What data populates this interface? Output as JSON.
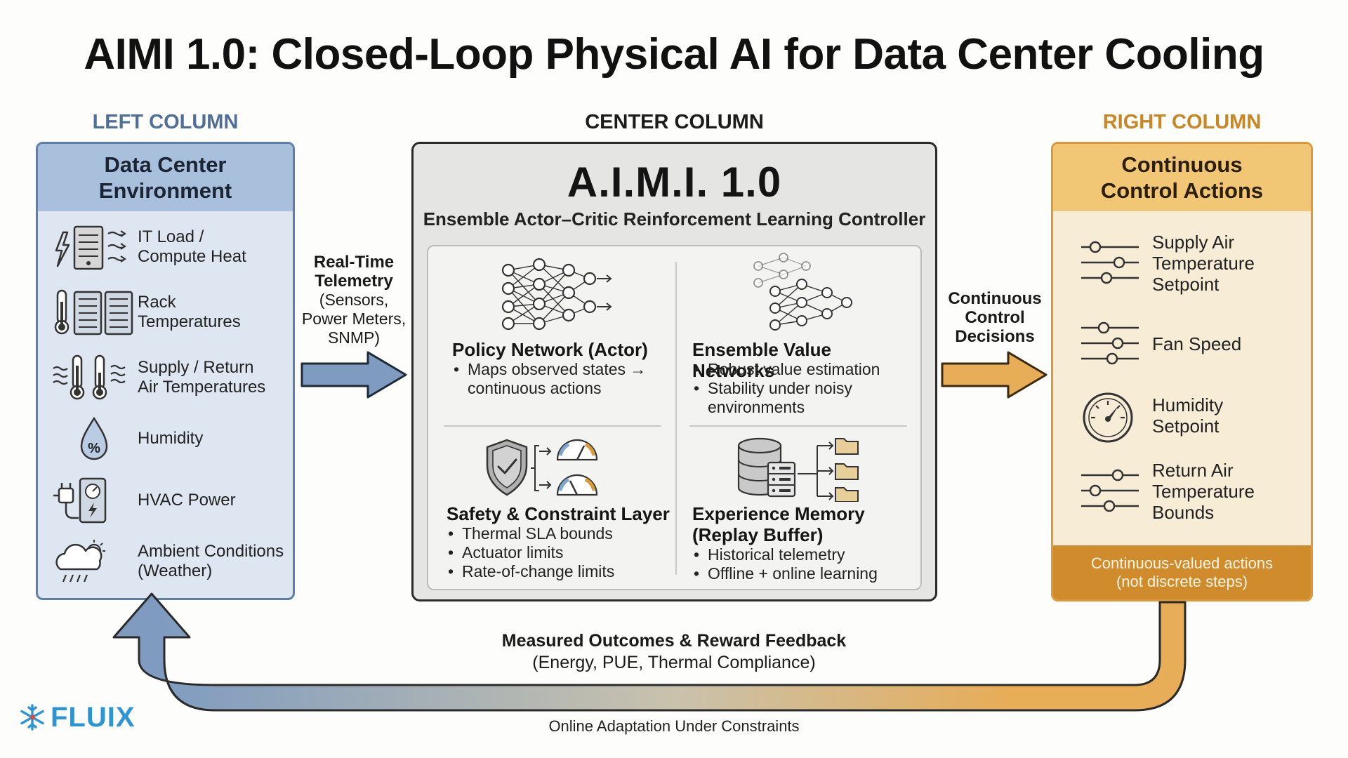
{
  "title": "AIMI 1.0: Closed-Loop Physical AI for Data Center Cooling",
  "left_column": {
    "label": "LEFT COLUMN",
    "header": "Data Center\nEnvironment",
    "items": [
      {
        "icon": "server-heat-icon",
        "label": "IT Load /\nCompute Heat"
      },
      {
        "icon": "rack-thermometer-icon",
        "label": "Rack\nTemperatures"
      },
      {
        "icon": "air-thermometer-icon",
        "label": "Supply / Return\nAir Temperatures"
      },
      {
        "icon": "humidity-drop-icon",
        "label": "Humidity"
      },
      {
        "icon": "power-meter-icon",
        "label": "HVAC Power"
      },
      {
        "icon": "weather-cloud-icon",
        "label": "Ambient Conditions\n(Weather)"
      }
    ]
  },
  "center_column": {
    "label": "CENTER COLUMN",
    "title": "A.I.M.I. 1.0",
    "subtitle": "Ensemble Actor–Critic Reinforcement Learning Controller",
    "quadrants": [
      {
        "icon": "neural-network-icon",
        "title": "Policy Network (Actor)",
        "bullets": [
          "Maps observed states →\ncontinuous actions"
        ]
      },
      {
        "icon": "ensemble-network-icon",
        "title": "Ensemble Value Networks",
        "bullets": [
          "Robust value estimation",
          "Stability under noisy\nenvironments"
        ]
      },
      {
        "icon": "shield-gauge-icon",
        "title": "Safety & Constraint Layer",
        "bullets": [
          "Thermal SLA bounds",
          "Actuator limits",
          "Rate-of-change limits"
        ]
      },
      {
        "icon": "database-folders-icon",
        "title": "Experience Memory\n(Replay Buffer)",
        "bullets": [
          "Historical telemetry",
          "Offline + online learning"
        ]
      }
    ]
  },
  "right_column": {
    "label": "RIGHT COLUMN",
    "header": "Continuous\nControl Actions",
    "items": [
      {
        "icon": "sliders-icon",
        "label": "Supply Air\nTemperature\nSetpoint"
      },
      {
        "icon": "sliders-icon",
        "label": "Fan Speed"
      },
      {
        "icon": "gauge-icon",
        "label": "Humidity\nSetpoint"
      },
      {
        "icon": "sliders-icon",
        "label": "Return Air\nTemperature\nBounds"
      }
    ],
    "footer": "Continuous-valued actions\n(not discrete steps)"
  },
  "arrows": {
    "telemetry": {
      "title": "Real-Time\nTelemetry",
      "detail": "(Sensors,\nPower Meters,\nSNMP)"
    },
    "decisions": {
      "title": "Continuous\nControl\nDecisions"
    },
    "feedback": {
      "title": "Measured Outcomes & Reward Feedback",
      "detail": "(Energy, PUE, Thermal Compliance)"
    },
    "adaptation": "Online Adaptation Under Constraints"
  },
  "logo": {
    "text": "FLUIX",
    "icon": "snowflake-icon"
  },
  "colors": {
    "left_blue": "#5f7fa8",
    "right_orange": "#d99b3c",
    "arrow_blue": "#7f9cc0",
    "arrow_orange": "#e7ad57"
  }
}
